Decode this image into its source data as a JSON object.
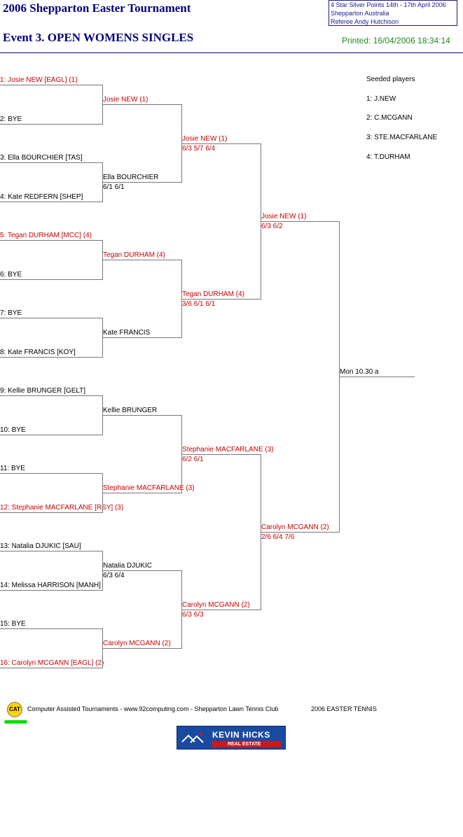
{
  "header": {
    "title": "2006 Shepparton Easter Tournament",
    "event": "Event 3. OPEN WOMENS SINGLES",
    "info_line1": "4 Star Silver Points   14th - 17th April 2006",
    "info_line2": "Shepparton    Australia",
    "info_line3": "Referee   Andy  Hutchison",
    "printed": "Printed: 16/04/2006 18:34:14"
  },
  "round1": [
    {
      "text": "1: Josie NEW [EAGL] (1)",
      "seeded": true
    },
    {
      "text": "2: BYE",
      "seeded": false
    },
    {
      "text": "3: Ella BOURCHIER [TAS]",
      "seeded": false
    },
    {
      "text": "4: Kate REDFERN [SHEP]",
      "seeded": false
    },
    {
      "text": "5: Tegan DURHAM [MCC] (4)",
      "seeded": true
    },
    {
      "text": "6: BYE",
      "seeded": false
    },
    {
      "text": "7: BYE",
      "seeded": false
    },
    {
      "text": "8: Kate FRANCIS [KOY]",
      "seeded": false
    },
    {
      "text": "9: Kellie BRUNGER [GELT]",
      "seeded": false
    },
    {
      "text": "10: BYE",
      "seeded": false
    },
    {
      "text": "11: BYE",
      "seeded": false
    },
    {
      "text": "12: Stephanie MACFARLANE [RSY] (3)",
      "seeded": true
    },
    {
      "text": "13: Natalia DJUKIC [SAU]",
      "seeded": false
    },
    {
      "text": "14: Melissa HARRISON [MANH]",
      "seeded": false
    },
    {
      "text": "15: BYE",
      "seeded": false
    },
    {
      "text": "16: Carolyn MCGANN [EAGL] (2)",
      "seeded": true
    }
  ],
  "round2": [
    {
      "name": "Josie NEW (1)",
      "score": "",
      "seeded": true
    },
    {
      "name": "Ella BOURCHIER",
      "score": "6/1 6/1",
      "seeded": false
    },
    {
      "name": "Tegan DURHAM (4)",
      "score": "",
      "seeded": true
    },
    {
      "name": "Kate FRANCIS",
      "score": "",
      "seeded": false
    },
    {
      "name": "Kellie BRUNGER",
      "score": "",
      "seeded": false
    },
    {
      "name": "Stephanie MACFARLANE (3)",
      "score": "",
      "seeded": true
    },
    {
      "name": "Natalia DJUKIC",
      "score": "6/3 6/4",
      "seeded": false
    },
    {
      "name": "Carolyn MCGANN (2)",
      "score": "",
      "seeded": true
    }
  ],
  "round3": [
    {
      "name": "Josie NEW (1)",
      "score": "6/3 5/7 6/4",
      "seeded": true
    },
    {
      "name": "Tegan DURHAM (4)",
      "score": "3/6 6/1 6/1",
      "seeded": true
    },
    {
      "name": "Stephanie MACFARLANE (3)",
      "score": "6/2 6/1",
      "seeded": true
    },
    {
      "name": "Carolyn MCGANN (2)",
      "score": "6/3 6/3",
      "seeded": true
    }
  ],
  "round4": [
    {
      "name": "Josie NEW (1)",
      "score": "6/3 6/2",
      "seeded": true
    },
    {
      "name": "Carolyn MCGANN (2)",
      "score": "2/6 6/4 7/6",
      "seeded": true
    }
  ],
  "final": {
    "text": "Mon 10.30 a"
  },
  "seeds": {
    "heading": "Seeded players",
    "items": [
      "1: J.NEW",
      "2: C.MCGANN",
      "3: STE.MACFARLANE",
      "4: T.DURHAM"
    ]
  },
  "footer": {
    "cat_logo": "CAT",
    "text1": "Computer Assisted Tournaments - www.92computing.com -  Shepparton Lawn Tennis Club",
    "text2": "2006 EASTER TENNIS"
  },
  "sponsor": {
    "name": "KEVIN HICKS",
    "sub": "REAL ESTATE"
  },
  "colors": {
    "title": "#000080",
    "seeded_text": "#cc0000",
    "printed": "#1f8a1f",
    "lines": "#777777"
  }
}
